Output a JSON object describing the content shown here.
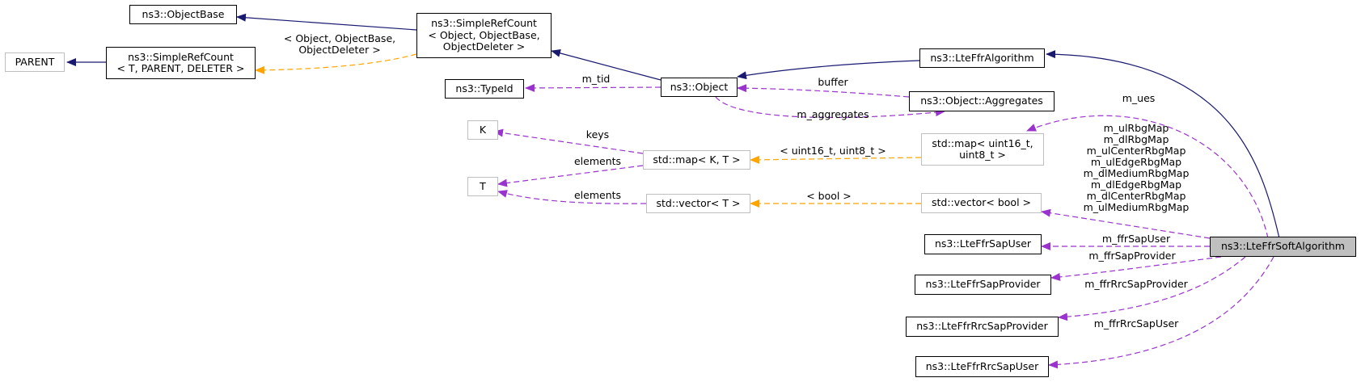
{
  "nodes": {
    "object_base": "ns3::ObjectBase",
    "simple_ref_count": "ns3::SimpleRefCount\n< Object, ObjectBase,\nObjectDeleter >",
    "parent": "PARENT",
    "simple_ref_count_t": "ns3::SimpleRefCount\n< T, PARENT, DELETER >",
    "type_id": "ns3::TypeId",
    "object": "ns3::Object",
    "lte_ffr_algorithm": "ns3::LteFfrAlgorithm",
    "object_aggregates": "ns3::Object::Aggregates",
    "k": "K",
    "t": "T",
    "std_map_kt": "std::map< K, T >",
    "std_vector_t": "std::vector< T >",
    "std_map_uint": "std::map< uint16_t,\nuint8_t >",
    "std_vector_bool": "std::vector< bool >",
    "lte_ffr_sap_user": "ns3::LteFfrSapUser",
    "lte_ffr_sap_provider": "ns3::LteFfrSapProvider",
    "lte_ffr_rrc_sap_provider": "ns3::LteFfrRrcSapProvider",
    "lte_ffr_rrc_sap_user": "ns3::LteFfrRrcSapUser",
    "lte_ffr_soft_algorithm": "ns3::LteFfrSoftAlgorithm"
  },
  "edge_labels": {
    "object_deleter_args": "< Object, ObjectBase,\nObjectDeleter >",
    "m_tid": "m_tid",
    "buffer": "buffer",
    "m_aggregates": "m_aggregates",
    "m_ues": "m_ues",
    "keys": "keys",
    "elements_map": "elements",
    "elements_vector": "elements",
    "uint_args": "< uint16_t, uint8_t >",
    "bool_args": "< bool >",
    "rbg_maps": "m_ulRbgMap\nm_dlRbgMap\nm_ulCenterRbgMap\nm_ulEdgeRbgMap\nm_dlMediumRbgMap\nm_dlEdgeRbgMap\nm_dlCenterRbgMap\nm_ulMediumRbgMap",
    "m_ffr_sap_user": "m_ffrSapUser",
    "m_ffr_sap_provider": "m_ffrSapProvider",
    "m_ffr_rrc_sap_provider": "m_ffrRrcSapProvider",
    "m_ffr_rrc_sap_user": "m_ffrRrcSapUser"
  },
  "colors": {
    "inheritance": "#191970",
    "usage": "#9a32cd",
    "template": "#ffa500",
    "gray_border": "#bfbfbf",
    "focus_fill": "#bfbfbf"
  }
}
